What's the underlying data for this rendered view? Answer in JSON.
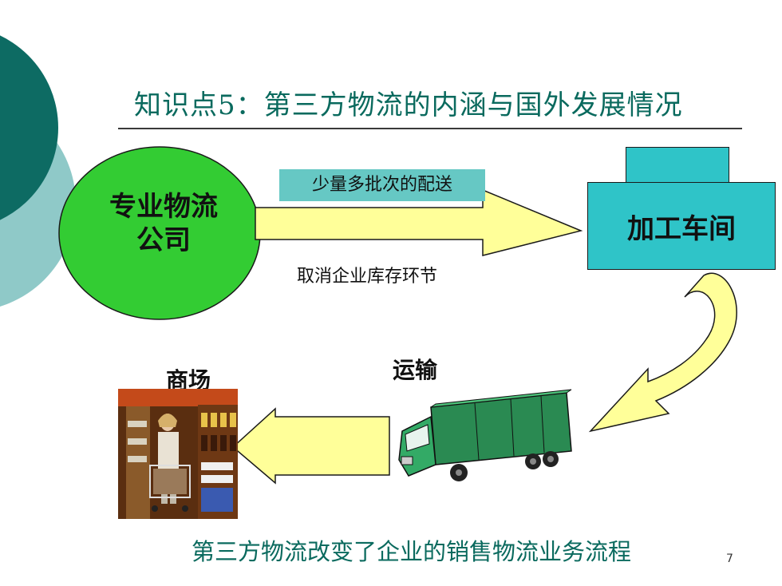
{
  "title": "知识点5：第三方物流的内涵与国外发展情况",
  "nodes": {
    "company": "专业物流\n公司",
    "workshop": "加工车间",
    "mall": "商场",
    "transport": "运输"
  },
  "labels": {
    "delivery": "少量多批次的配送",
    "inventory": "取消企业库存环节"
  },
  "caption": "第三方物流改变了企业的销售物流业务流程",
  "page_number": "7",
  "colors": {
    "title_text": "#0a6a5e",
    "circle": "#33cc33",
    "box": "#2fc4c8",
    "arrow_fill": "#ffff99",
    "tag_bg": "#66c8c4",
    "deco_dark": "#0d6b63",
    "deco_light": "#8fc9c8"
  },
  "icons": {
    "truck": "truck-icon",
    "photo": "supermarket-photo"
  }
}
